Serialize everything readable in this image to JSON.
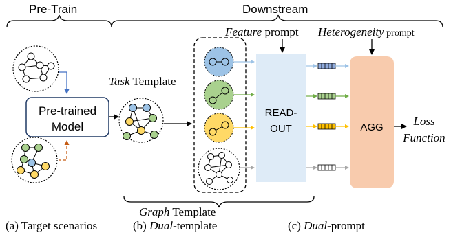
{
  "headers": {
    "pretrain": "Pre-Train",
    "downstream": "Downstream"
  },
  "pretrained_model": {
    "line1": "Pre-trained",
    "line2": "Model"
  },
  "task_template": {
    "italic": "Task",
    "rest": " Template"
  },
  "graph_template": {
    "italic": "Graph",
    "rest": " Template"
  },
  "prompts": {
    "feature_italic": "Feature",
    "feature_rest": " prompt",
    "hetero_italic": "Heterogeneity",
    "hetero_rest": " prompt"
  },
  "readout": {
    "line1": "READ-",
    "line2": "OUT"
  },
  "agg": "AGG",
  "loss": {
    "line1": "Loss",
    "line2": "Function"
  },
  "captions": {
    "a": "(a) Target scenarios",
    "b_prefix": "(b) ",
    "b_italic": "Dual",
    "b_suffix": "-template",
    "c_prefix": "(c) ",
    "c_italic": "Dual",
    "c_suffix": "-prompt"
  },
  "colors": {
    "blue": "#9dc3e6",
    "green": "#a9d18e",
    "yellow": "#ffd966",
    "gray": "#bfbfbf",
    "readout_fill": "#deebf7",
    "agg_fill": "#f8cbad",
    "arrow_blue": "#4472c4",
    "arrow_orange": "#c55a11"
  }
}
